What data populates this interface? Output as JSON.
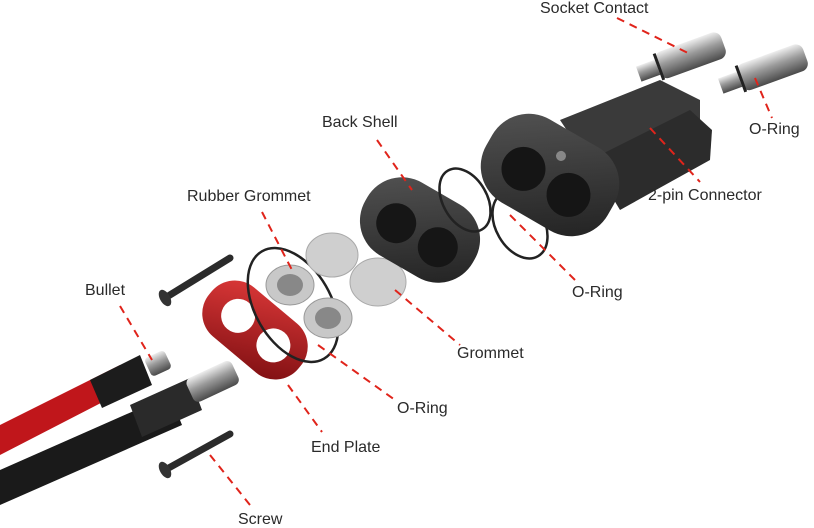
{
  "labels": {
    "socket_contact": "Socket Contact",
    "o_ring_top": "O-Ring",
    "back_shell": "Back Shell",
    "two_pin_connector": "2-pin Connector",
    "rubber_grommet": "Rubber Grommet",
    "bullet": "Bullet",
    "o_ring_middle": "O-Ring",
    "grommet": "Grommet",
    "o_ring_bottom": "O-Ring",
    "end_plate": "End Plate",
    "screw": "Screw"
  },
  "colors": {
    "leader": "#e0241b",
    "end_plate": "#b8161a",
    "housing": "#2e2e2e",
    "grommet": "#b9b9b9",
    "metal": "#a8a8a8"
  }
}
